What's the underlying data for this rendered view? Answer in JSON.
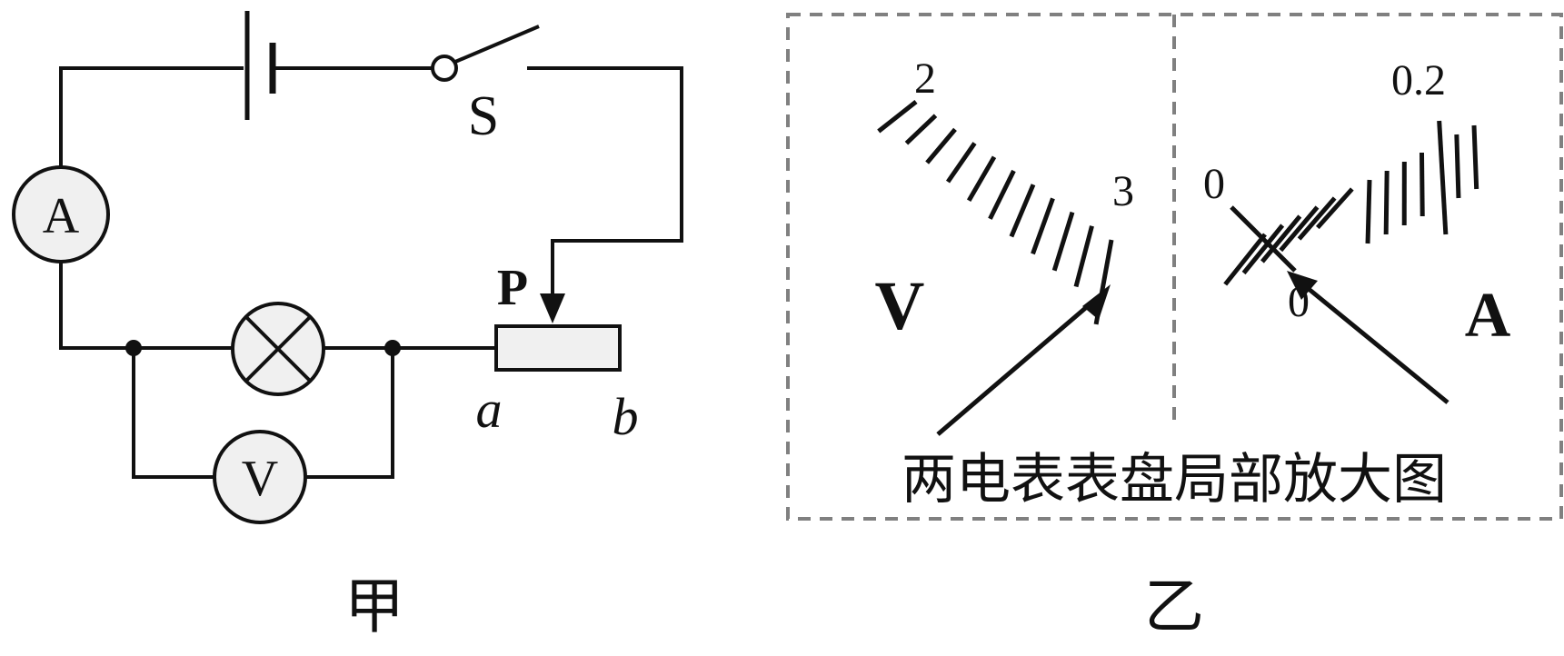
{
  "diagram_jia": {
    "label_A": "A",
    "label_V": "V",
    "label_S": "S",
    "label_P": "P",
    "label_a": "a",
    "label_b": "b",
    "caption": "甲"
  },
  "diagram_yi": {
    "voltmeter": {
      "scale_left": "2",
      "scale_right": "3",
      "letter": "V"
    },
    "ammeter": {
      "scale_zero": "0",
      "scale_right": "0.2",
      "letter": "A",
      "needle_zero": "0"
    },
    "inset_caption": "两电表表盘局部放大图",
    "caption": "乙"
  },
  "colors": {
    "line": "#111111",
    "meter_fill": "#f0f0f0",
    "dash": "#808080"
  }
}
